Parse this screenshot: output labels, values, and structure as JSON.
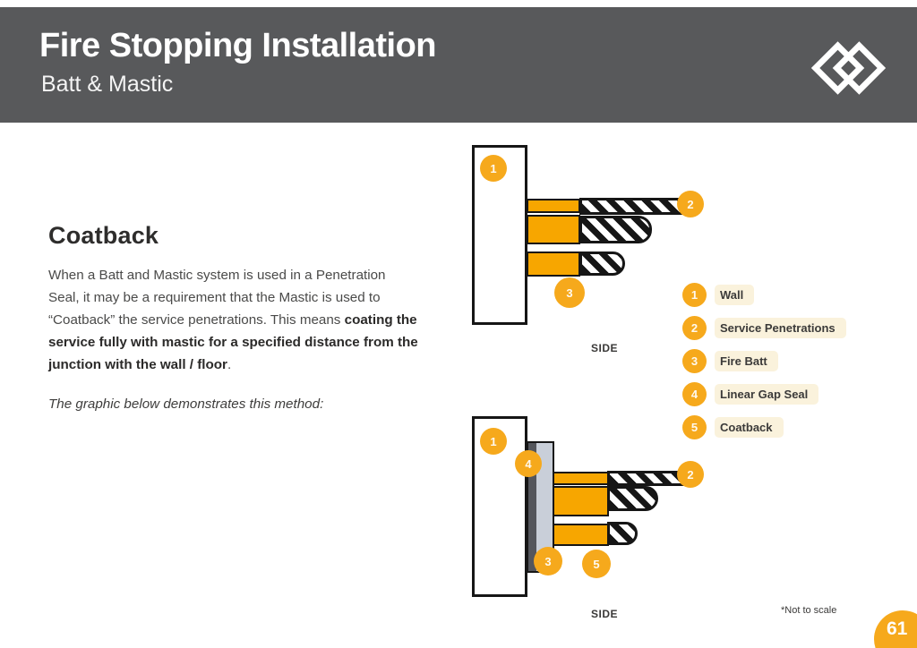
{
  "header": {
    "title": "Fire Stopping Installation",
    "subtitle": "Batt & Mastic"
  },
  "article": {
    "heading": "Coatback",
    "paragraph": {
      "normal": "When a Batt and Mastic system is used in a Penetration Seal, it may be a requirement that the Mastic is used to “Coatback” the service penetrations. This means ",
      "bold": "coating the service fully with mastic for a specified distance from the junction with the wall / floor",
      "suffix": "."
    },
    "note": "The graphic below demonstrates this method:"
  },
  "diagram_top": {
    "side_label": "SIDE",
    "badge_wall": "1",
    "badge_service": "2",
    "badge_batt": "3"
  },
  "diagram_bottom": {
    "side_label": "SIDE",
    "badge_wall": "1",
    "badge_gap_seal": "4",
    "badge_service": "2",
    "badge_batt": "3",
    "badge_coatback": "5"
  },
  "legend": {
    "items": [
      {
        "num": "1",
        "label": "Wall"
      },
      {
        "num": "2",
        "label": "Service Penetrations"
      },
      {
        "num": "3",
        "label": "Fire Batt"
      },
      {
        "num": "4",
        "label": "Linear Gap Seal"
      },
      {
        "num": "5",
        "label": "Coatback"
      }
    ]
  },
  "footer": {
    "scale_note": "*Not to scale",
    "page_number": "61"
  },
  "colors": {
    "header_bg": "#58595B",
    "accent_orange": "#F7A600",
    "badge_orange": "#F6A91C",
    "outline_black": "#161616",
    "panel_light_gray": "#C9CFD9",
    "panel_dark_gray": "#54565C",
    "legend_highlight": "#FAF2DC",
    "text_dark": "#2E2D2C",
    "text_body": "#4A4A49"
  }
}
